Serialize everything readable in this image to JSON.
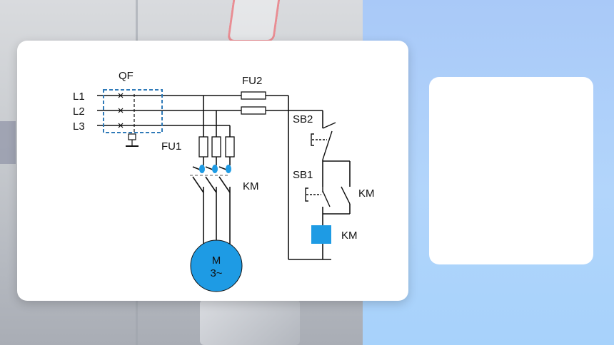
{
  "diagram": {
    "breaker_label": "QF",
    "phase_labels": [
      "L1",
      "L2",
      "L3"
    ],
    "fuse_main_label": "FU1",
    "fuse_control_label": "FU2",
    "stop_button_label": "SB2",
    "start_button_label": "SB1",
    "contactor_main_label": "KM",
    "contactor_aux_label": "KM",
    "coil_label": "KM",
    "motor_label": "M",
    "motor_sublabel": "3~"
  },
  "colors": {
    "wire": "#111111",
    "breaker_box": "#2f7ab8",
    "motor_fill": "#1e9be4",
    "coil_fill": "#1e9be4",
    "contact_dot": "#1e9be4"
  }
}
